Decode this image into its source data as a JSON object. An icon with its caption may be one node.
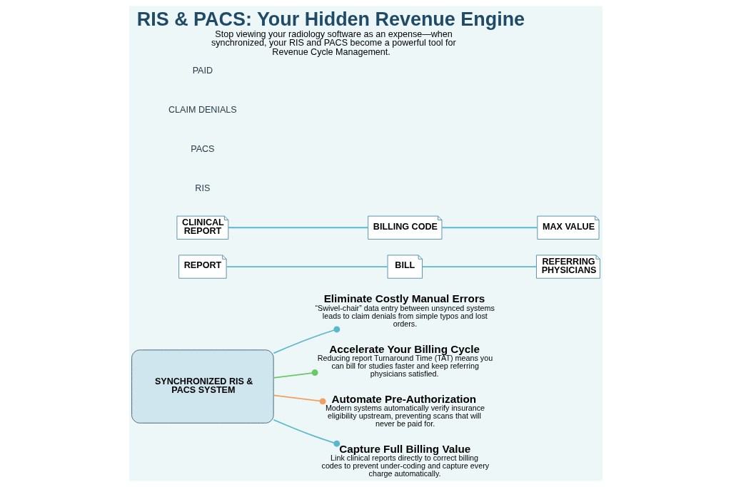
{
  "diagram": {
    "title": "RIS & PACS: Your Hidden Revenue Engine",
    "caption": "Stop viewing your radiology software as an expense—when synchronized, your RIS and PACS become a powerful tool for Revenue Cycle Management.",
    "nodes": [
      {
        "text": [
          "SYNCHRONIZED RIS & PACS SYSTEM"
        ]
      },
      {
        "text": [
          "Eliminate Costly Manual Errors",
          "“Swivel-chair” data entry between unsynced systems leads to claim denials from simple typos and lost orders."
        ]
      },
      {
        "text": [
          "Accelerate Your Billing Cycle",
          "Reducing report Turnaround Time (TAT) means you can bill for studies faster and keep referring physicians satisfied."
        ]
      },
      {
        "text": [
          "Automate Pre-Authorization",
          "Modern systems automatically verify insurance eligibility upstream, preventing scans that will never be paid for."
        ]
      },
      {
        "text": [
          "Capture Full Billing Value",
          "Link clinical reports directly to correct billing codes to prevent under-coding and capture every charge automatically."
        ]
      },
      {
        "text": [
          "REPORT"
        ]
      },
      {
        "text": [
          "BILL"
        ]
      },
      {
        "text": [
          "REFERRING PHYSICIANS"
        ]
      },
      {
        "text": [
          "CLINICAL REPORT"
        ]
      },
      {
        "text": [
          "BILLING CODE"
        ]
      },
      {
        "text": [
          "MAX VALUE"
        ]
      }
    ],
    "edges": [
      {
        "from": 0,
        "to": 1,
        "arrow": "other"
      },
      {
        "from": 0,
        "to": 2,
        "arrow": "other",
        "color": "#6cc76a"
      },
      {
        "from": 0,
        "to": 3,
        "arrow": "other",
        "color": "#f0a060"
      },
      {
        "from": 0,
        "to": 4,
        "arrow": "other"
      },
      {
        "from": 5,
        "to": 6,
        "arrow": "none"
      },
      {
        "from": 6,
        "to": 7,
        "arrow": "none"
      },
      {
        "from": 8,
        "to": 9,
        "arrow": "none"
      },
      {
        "from": 9,
        "to": 10,
        "arrow": "none"
      }
    ],
    "labels": [
      "RIS",
      "PACS",
      "CLAIM DENIALS",
      "PAID"
    ]
  }
}
